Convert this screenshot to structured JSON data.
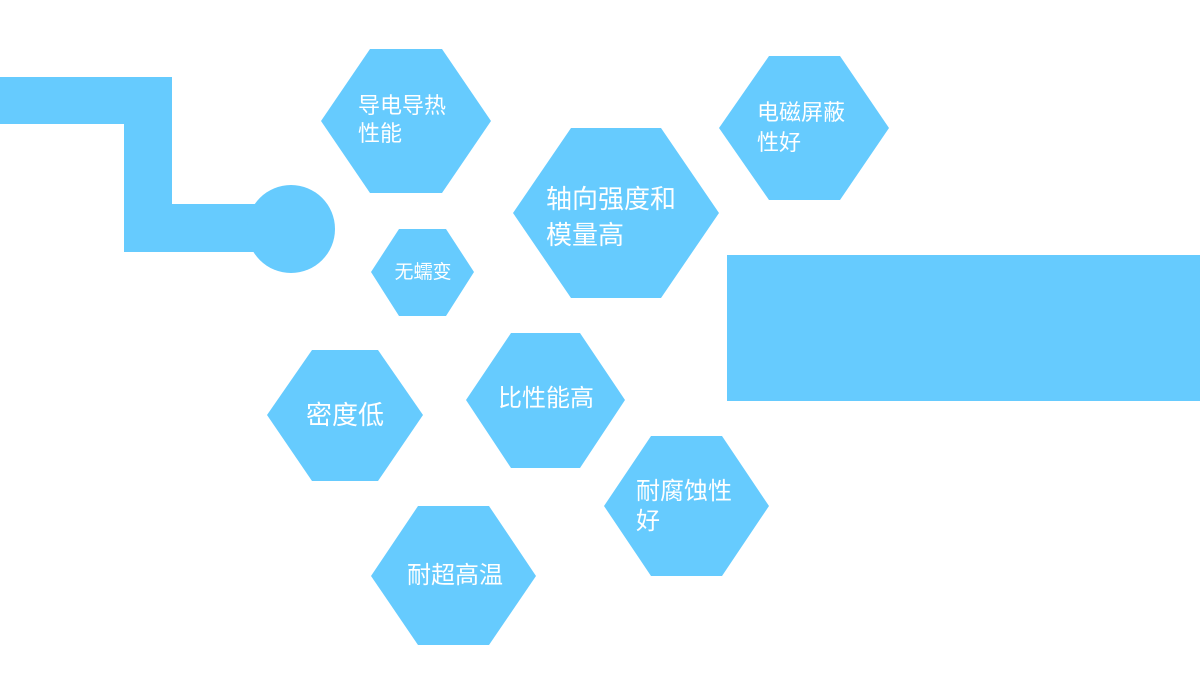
{
  "colors": {
    "primary": "#66CBFE",
    "text": "#FFFFFF",
    "background": "#FFFFFF"
  },
  "features": [
    {
      "id": "conductivity",
      "lines": [
        "导电导热",
        "性能"
      ]
    },
    {
      "id": "emi-shielding",
      "lines": [
        "电磁屏蔽",
        "性好"
      ]
    },
    {
      "id": "axial-strength",
      "lines": [
        "轴向强度和",
        "模量高"
      ]
    },
    {
      "id": "no-creep",
      "lines": [
        "无蠕变"
      ]
    },
    {
      "id": "low-density",
      "lines": [
        "密度低"
      ]
    },
    {
      "id": "specific-performance",
      "lines": [
        "比性能高"
      ]
    },
    {
      "id": "corrosion-resistance",
      "lines": [
        "耐腐蚀性",
        "好"
      ]
    },
    {
      "id": "high-temperature",
      "lines": [
        "耐超高温"
      ]
    }
  ]
}
